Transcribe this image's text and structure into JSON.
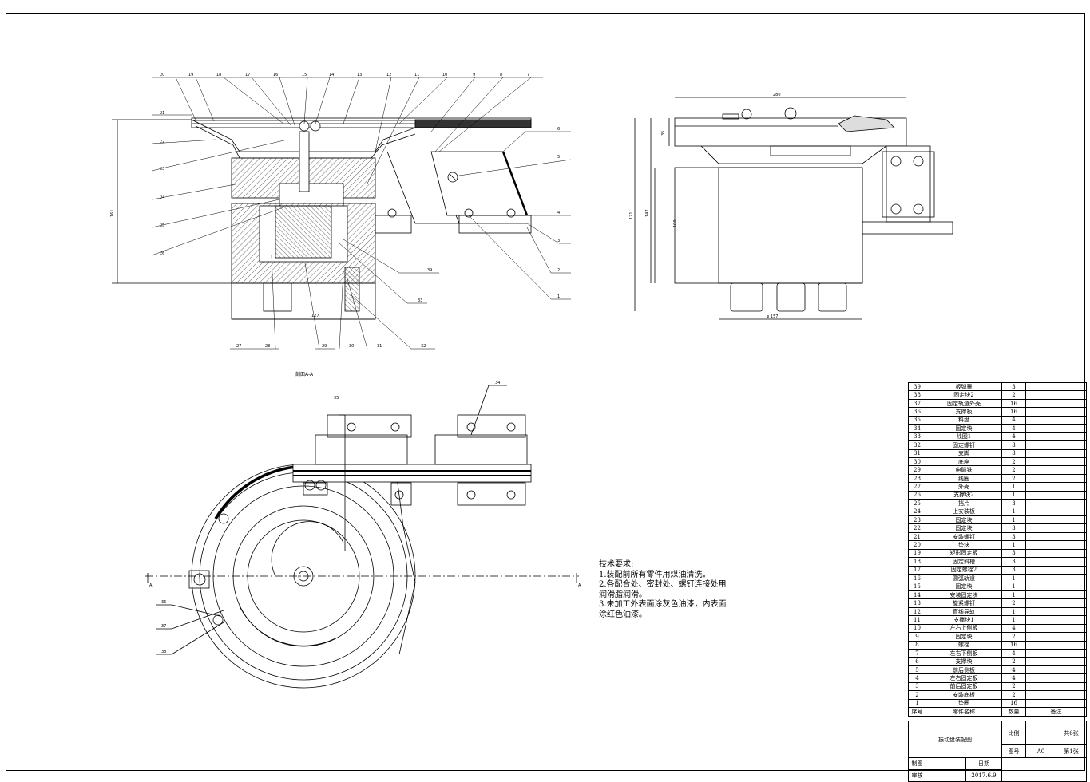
{
  "section_caption": "剖面A-A",
  "section_marks": [
    "A",
    "A"
  ],
  "front_view_labels_top": [
    "20",
    "19",
    "18",
    "17",
    "16",
    "15",
    "14",
    "13",
    "12",
    "11",
    "10",
    "9",
    "8",
    "7"
  ],
  "front_view_labels_left": [
    "21",
    "22",
    "23",
    "24",
    "25",
    "26"
  ],
  "front_view_labels_right": [
    "6",
    "5",
    "4",
    "3",
    "2",
    "1"
  ],
  "front_view_labels_bottom": [
    "27",
    "28",
    "29",
    "30",
    "31",
    "32"
  ],
  "front_view_labels_extra": [
    "39",
    "33"
  ],
  "front_view_dims": {
    "height": "161",
    "width": "127"
  },
  "side_view_dims": {
    "top": "280",
    "h1": "35",
    "h2": "171",
    "h3": "147",
    "h4": "100",
    "bottom": "φ 157"
  },
  "plan_view_labels": [
    "35",
    "34",
    "36",
    "37",
    "38"
  ],
  "tech_requirements": {
    "title": "技术要求:",
    "lines": [
      "1.装配前所有零件用煤油清洗。",
      "2.各配合处、密封处、螺钉连接处用",
      "润滑脂润滑。",
      "3.未加工外表面涂灰色油漆，内表面",
      "涂红色油漆。"
    ]
  },
  "bom": {
    "rows": [
      [
        "39",
        "板弹簧",
        "3",
        ""
      ],
      [
        "38",
        "固定块2",
        "2",
        ""
      ],
      [
        "37",
        "固定轨道外壳",
        "16",
        ""
      ],
      [
        "36",
        "支撑板",
        "16",
        ""
      ],
      [
        "35",
        "料盘",
        "4",
        ""
      ],
      [
        "34",
        "固定块",
        "4",
        ""
      ],
      [
        "33",
        "线圈1",
        "4",
        ""
      ],
      [
        "32",
        "固定螺钉",
        "3",
        ""
      ],
      [
        "31",
        "支脚",
        "3",
        ""
      ],
      [
        "30",
        "底座",
        "2",
        ""
      ],
      [
        "29",
        "电磁铁",
        "2",
        ""
      ],
      [
        "28",
        "线圈",
        "2",
        ""
      ],
      [
        "27",
        "外壳",
        "1",
        ""
      ],
      [
        "26",
        "支撑块2",
        "1",
        ""
      ],
      [
        "25",
        "挡片",
        "3",
        ""
      ],
      [
        "24",
        "上安装板",
        "1",
        ""
      ],
      [
        "23",
        "固定块",
        "1",
        ""
      ],
      [
        "22",
        "固定块",
        "3",
        ""
      ],
      [
        "21",
        "安装螺钉",
        "3",
        ""
      ],
      [
        "20",
        "垫块",
        "1",
        ""
      ],
      [
        "19",
        "矩形固定板",
        "3",
        ""
      ],
      [
        "18",
        "固定斜槽",
        "3",
        ""
      ],
      [
        "17",
        "固定螺栓2",
        "3",
        ""
      ],
      [
        "16",
        "圆弧轨道",
        "1",
        ""
      ],
      [
        "15",
        "固定块",
        "1",
        ""
      ],
      [
        "14",
        "安装固定块",
        "1",
        ""
      ],
      [
        "13",
        "旋紧螺钉",
        "2",
        ""
      ],
      [
        "12",
        "直线导轨",
        "1",
        ""
      ],
      [
        "11",
        "支撑块1",
        "1",
        ""
      ],
      [
        "10",
        "左右上侧板",
        "4",
        ""
      ],
      [
        "9",
        "固定块",
        "2",
        ""
      ],
      [
        "8",
        "螺栓",
        "16",
        ""
      ],
      [
        "7",
        "左右下侧板",
        "4",
        ""
      ],
      [
        "6",
        "支撑块",
        "2",
        ""
      ],
      [
        "5",
        "前后侧板",
        "4",
        ""
      ],
      [
        "4",
        "左右固定板",
        "4",
        ""
      ],
      [
        "3",
        "前后固定板",
        "2",
        ""
      ],
      [
        "2",
        "安装底板",
        "2",
        ""
      ],
      [
        "1",
        "垫圈",
        "16",
        ""
      ]
    ],
    "header": [
      "序号",
      "零件名称",
      "数量",
      "备注"
    ]
  },
  "title_block": {
    "drawing_name": "振动盘装配图",
    "scale_label": "比例",
    "sheet_total": "共6张",
    "drawing_no_label": "图号",
    "paper_size": "A0",
    "sheet_no": "第1张",
    "drawn_by_label": "制图",
    "date_label": "日期",
    "checked_by_label": "审核",
    "date_value": "2017.6.9"
  }
}
